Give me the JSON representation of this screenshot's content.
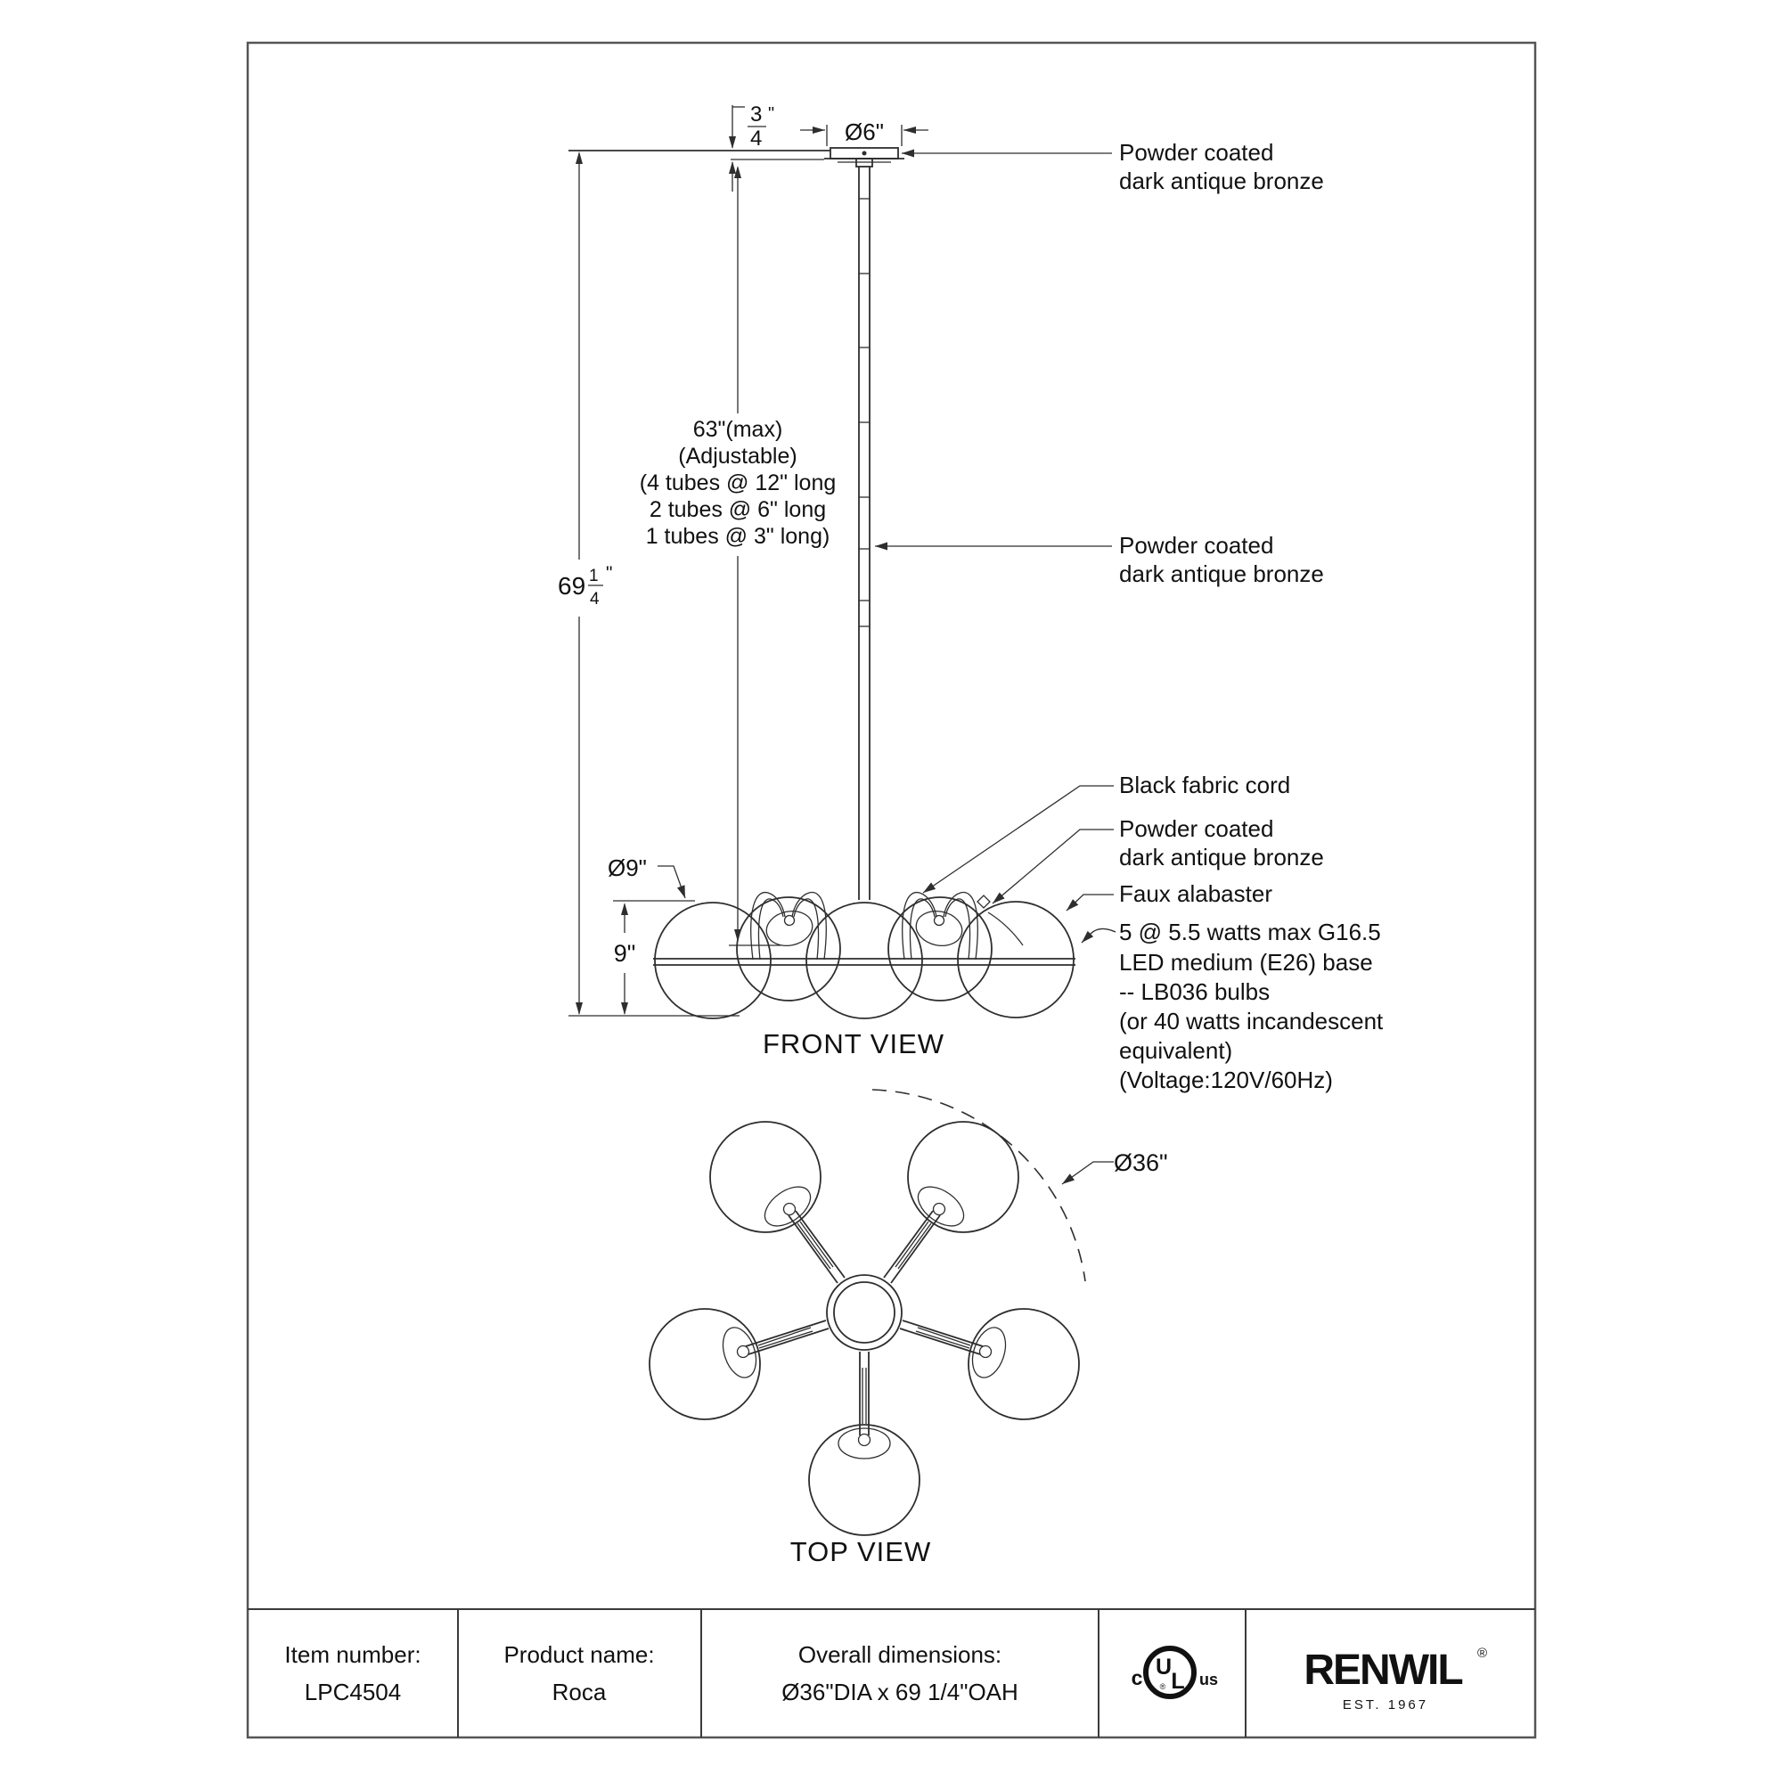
{
  "drawing": {
    "front_view": {
      "title": "FRONT VIEW",
      "dim_canopy_thickness": {
        "num": "3",
        "den": "4",
        "unit": "\""
      },
      "dim_canopy_diameter": "Ø6\"",
      "dim_overall_height": {
        "whole": "69",
        "num": "1",
        "den": "4",
        "unit": "\""
      },
      "dim_stem": [
        "63\"(max)",
        "(Adjustable)",
        "(4 tubes @ 12\" long",
        "2 tubes @ 6\" long",
        "1 tubes @ 3\" long)"
      ],
      "dim_globe_diameter": "Ø9\"",
      "dim_globe_height": "9\"",
      "callout_canopy": [
        "Powder coated",
        "dark antique bronze"
      ],
      "callout_stem": [
        "Powder coated",
        "dark antique bronze"
      ],
      "callout_cord": "Black fabric cord",
      "callout_holder": [
        "Powder coated",
        "dark antique bronze"
      ],
      "callout_shade": "Faux alabaster",
      "callout_bulb": [
        "5 @ 5.5 watts max G16.5",
        "LED medium (E26) base",
        "-- LB036 bulbs",
        "(or 40 watts incandescent",
        "equivalent)",
        "(Voltage:120V/60Hz)"
      ]
    },
    "top_view": {
      "title": "TOP VIEW",
      "dim_overall_diameter": "Ø36\""
    }
  },
  "title_block": {
    "item_label": "Item number:",
    "item_value": "LPC4504",
    "product_label": "Product name:",
    "product_value": "Roca",
    "dims_label": "Overall dimensions:",
    "dims_value": "Ø36\"DIA x 69 1/4\"OAH",
    "cert": {
      "c": "c",
      "u": "U",
      "l": "L",
      "reg": "®",
      "us": "us"
    },
    "brand": {
      "name": "RENWIL",
      "reg": "®",
      "est": "EST. 1967"
    }
  }
}
